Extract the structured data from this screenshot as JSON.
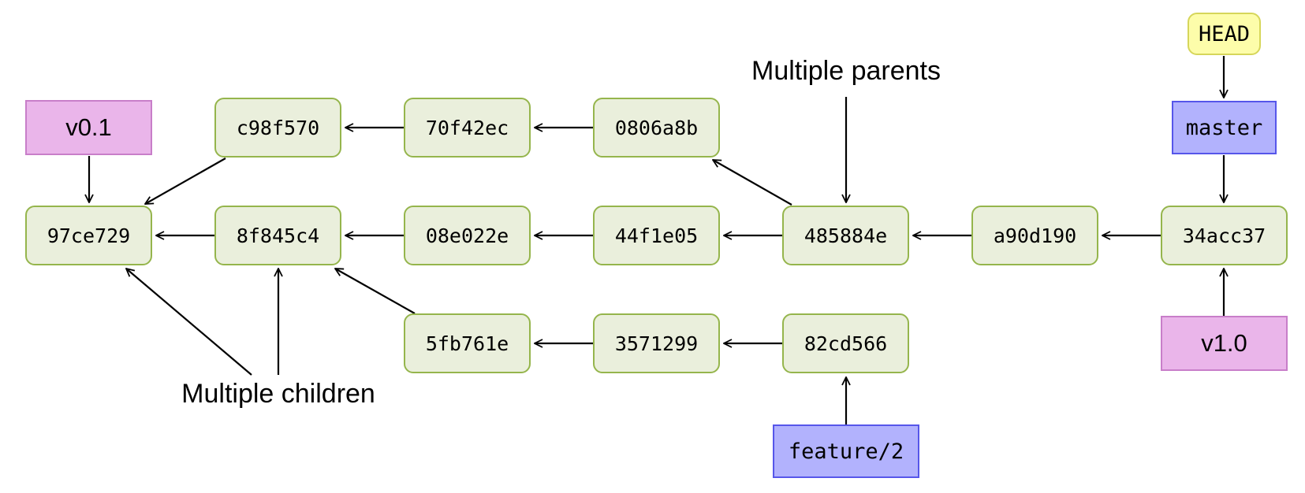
{
  "commits": {
    "c97ce729": "97ce729",
    "c8f845c4": "8f845c4",
    "c08e022e": "08e022e",
    "c44f1e05": "44f1e05",
    "c485884e": "485884e",
    "ca90d190": "a90d190",
    "c34acc37": "34acc37",
    "cc98f570": "c98f570",
    "c70f42ec": "70f42ec",
    "c0806a8b": "0806a8b",
    "c5fb761e": "5fb761e",
    "c3571299": "3571299",
    "c82cd566": "82cd566"
  },
  "tags": {
    "v01": "v0.1",
    "v10": "v1.0"
  },
  "branches": {
    "master": "master",
    "feature2": "feature/2"
  },
  "head": "HEAD",
  "annotations": {
    "multiple_parents": "Multiple parents",
    "multiple_children": "Multiple children"
  },
  "colors": {
    "commit_fill": "#eaefdc",
    "commit_border": "#95b54c",
    "tag_fill": "#eab5ea",
    "tag_border": "#c87ec9",
    "branch_fill": "#b2b2fd",
    "branch_border": "#5656ea",
    "head_fill": "#fdfdaa",
    "head_border": "#d6d65a"
  }
}
